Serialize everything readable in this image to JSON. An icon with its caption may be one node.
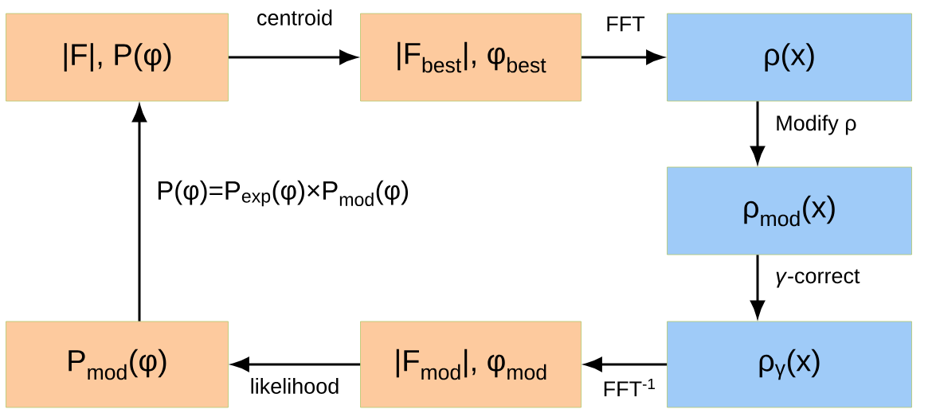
{
  "diagram": {
    "nodes": [
      {
        "text": [
          "|F|, P(φ)"
        ]
      },
      {
        "text": [
          "|F$_{best}$|, φ$_{best}$"
        ]
      },
      {
        "text": [
          "ρ(x)"
        ]
      },
      {
        "text": [
          "ρ$_{mod}$(x)"
        ]
      },
      {
        "text": [
          "ρ$_{γ}$(x)"
        ]
      },
      {
        "text": [
          "|F$_{mod}$|, φ$_{mod}$"
        ]
      },
      {
        "text": [
          "P$_{mod}$(φ)"
        ]
      }
    ],
    "edges": [
      {
        "from": 0,
        "to": 1,
        "arrow": "to",
        "label": "centroid"
      },
      {
        "from": 1,
        "to": 2,
        "arrow": "to",
        "label": "FFT"
      },
      {
        "from": 2,
        "to": 3,
        "arrow": "to",
        "label": "Modify ρ"
      },
      {
        "from": 3,
        "to": 4,
        "arrow": "to",
        "label": "*γ*-correct"
      },
      {
        "from": 4,
        "to": 5,
        "arrow": "to",
        "label": "FFT$^{-1}$"
      },
      {
        "from": 5,
        "to": 6,
        "arrow": "to",
        "label": "likelihood"
      },
      {
        "from": 6,
        "to": 0,
        "arrow": "to"
      }
    ],
    "labels": [
      "P(φ)=P$_{exp}$(φ)×P$_{mod}$(φ)"
    ]
  }
}
